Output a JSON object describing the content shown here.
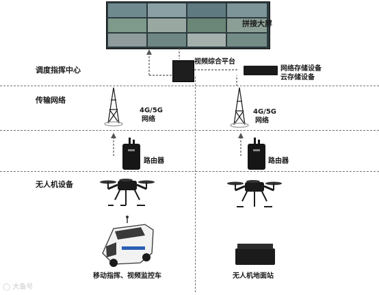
{
  "tiers": {
    "command_center": "调度指挥中心",
    "transmission": "传输网络",
    "uav_devices": "无人机设备"
  },
  "nodes": {
    "video_wall": "拼接大屏",
    "video_platform": "视频综合平台",
    "storage_line1": "网络存储设备",
    "storage_line2": "云存储设备",
    "network_left_line1": "4G/5G",
    "network_left_line2": "网络",
    "network_right_line1": "4G/5G",
    "network_right_line2": "网络",
    "router_left": "路由器",
    "router_right": "路由器",
    "vehicle": "移动指挥、视频监控车",
    "ground_station": "无人机地面站"
  },
  "watermark": "大鱼号"
}
